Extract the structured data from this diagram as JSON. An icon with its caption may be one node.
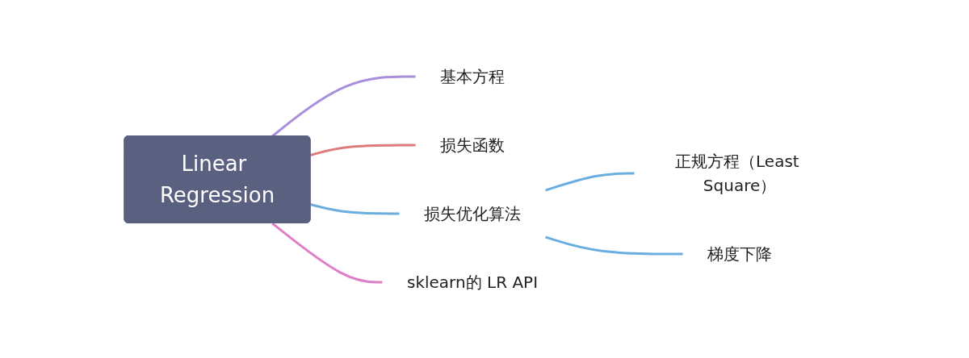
{
  "diagram": {
    "nodes": [
      {
        "text": [
          "Linear Regression"
        ]
      },
      {
        "text": [
          "基本方程"
        ]
      },
      {
        "text": [
          "损失函数"
        ]
      },
      {
        "text": [
          "损失优化算法"
        ]
      },
      {
        "text": [
          "正规方程（Least Square）"
        ]
      },
      {
        "text": [
          "梯度下降"
        ]
      },
      {
        "text": [
          "sklearn的 LR API"
        ]
      }
    ],
    "edges": [
      {
        "from": 0,
        "to": 1,
        "arrow": "none",
        "color": "#a98fdb"
      },
      {
        "from": 0,
        "to": 2,
        "arrow": "none",
        "color": "#e07b7b"
      },
      {
        "from": 0,
        "to": 3,
        "arrow": "none"
      },
      {
        "from": 3,
        "to": 4,
        "arrow": "none"
      },
      {
        "from": 3,
        "to": 5,
        "arrow": "none"
      },
      {
        "from": 0,
        "to": 6,
        "arrow": "none",
        "color": "#df7fc8"
      }
    ]
  }
}
